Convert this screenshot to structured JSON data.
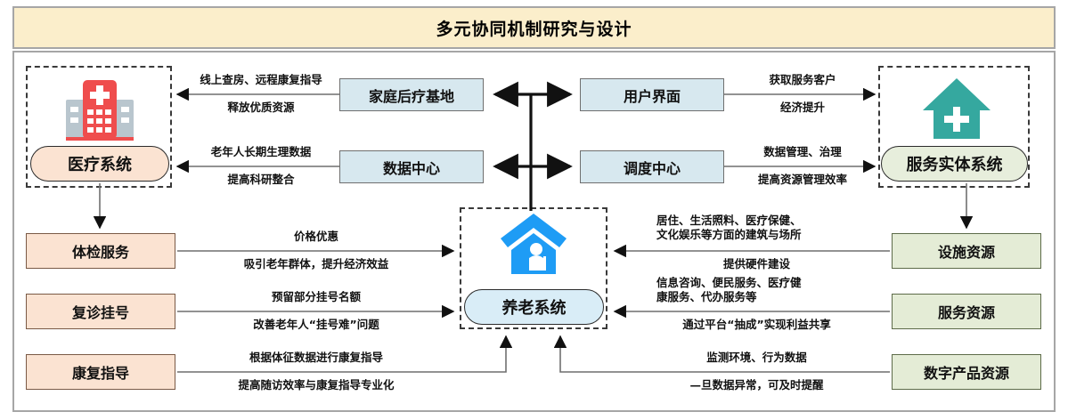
{
  "title": "多元协同机制研究与设计",
  "nodes": {
    "medical_system": "医疗系统",
    "service_entity_system": "服务实体系统",
    "elderly_care_system": "养老系统",
    "home_rehab_base": "家庭后疗基地",
    "user_interface": "用户界面",
    "data_center": "数据中心",
    "dispatch_center": "调度中心",
    "checkup_service": "体检服务",
    "revisit_registration": "复诊挂号",
    "rehab_guidance": "康复指导",
    "facility_resource": "设施资源",
    "service_resource": "服务资源",
    "digital_product_resource": "数字产品资源"
  },
  "edge_labels": {
    "home_rehab_to_medical_top": "线上查房、远程康复指导",
    "home_rehab_to_medical_bottom": "释放优质资源",
    "data_center_to_medical_top": "老年人长期生理数据",
    "data_center_to_medical_bottom": "提高科研整合",
    "ui_to_service_top": "获取服务客户",
    "ui_to_service_bottom": "经济提升",
    "dispatch_to_service_top": "数据管理、治理",
    "dispatch_to_service_bottom": "提高资源管理效率",
    "checkup_to_care_top": "价格优惠",
    "checkup_to_care_bottom": "吸引老年群体，提升经济效益",
    "revisit_to_care_top": "预留部分挂号名额",
    "revisit_to_care_bottom": "改善老年人“挂号难”问题",
    "rehab_to_care_top": "根据体征数据进行康复指导",
    "rehab_to_care_bottom": "提高随访效率与康复指导专业化",
    "facility_to_care_top": "居住、生活照料、医疗保健、\n文化娱乐等方面的建筑与场所",
    "facility_to_care_bottom": "提供硬件建设",
    "service_res_to_care_top": "信息咨询、便民服务、医疗健\n康服务、代办服务等",
    "service_res_to_care_bottom": "通过平台“抽成”实现利益共享",
    "digital_to_care_top": "监测环境、行为数据",
    "digital_to_care_bottom": "—旦数据异常，可及时提醒"
  },
  "icons": {
    "hospital": "hospital-icon",
    "house_plus": "house-plus-icon",
    "house_elder": "house-elder-icon"
  },
  "colors": {
    "title_bg": "#fbeecb",
    "blue_box": "#d7e8ef",
    "peach_box": "#fbe3d2",
    "green_box": "#e4ecd6",
    "pill_blue": "#d9edf7",
    "hospital_red": "#ef4d4d",
    "house_teal": "#35a89f",
    "house_blue": "#1e9cf5",
    "frame_gray": "#a6a6a6"
  }
}
